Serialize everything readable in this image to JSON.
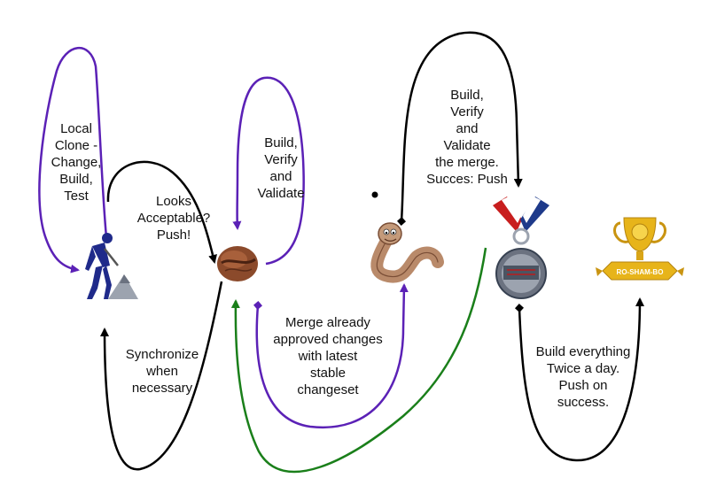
{
  "labels": {
    "local_clone": [
      "Local",
      "Clone -",
      "Change,",
      "Build,",
      "Test"
    ],
    "looks_acceptable": [
      "Looks",
      "Acceptable?",
      "Push!"
    ],
    "synchronize": [
      "Synchronize",
      "when",
      "necessary"
    ],
    "build_verify_validate": [
      "Build,",
      "Verify",
      "and",
      "Validate"
    ],
    "merge_approved": [
      "Merge already",
      "approved changes",
      "with latest",
      "stable",
      "changeset"
    ],
    "build_verify_merge": [
      "Build,",
      "Verify",
      "and",
      "Validate",
      "the merge.",
      "Succes: Push"
    ],
    "build_everything": [
      "Build everything",
      "Twice a day.",
      "Push on",
      "success."
    ]
  },
  "icons": {
    "worker": "construction-worker-icon",
    "bean": "coffee-bean-icon",
    "worm": "worm-icon",
    "medal": "medal-icon",
    "trophy": "trophy-icon"
  },
  "trophy_banner_text": "RO-SHAM-BO",
  "colors": {
    "purple": "#5b21b6",
    "black": "#000000",
    "green": "#1a7f1a",
    "worker": "#1f2a8a",
    "bean": "#8b4a2b",
    "worm": "#b98a6a",
    "gold": "#e7b41a"
  }
}
